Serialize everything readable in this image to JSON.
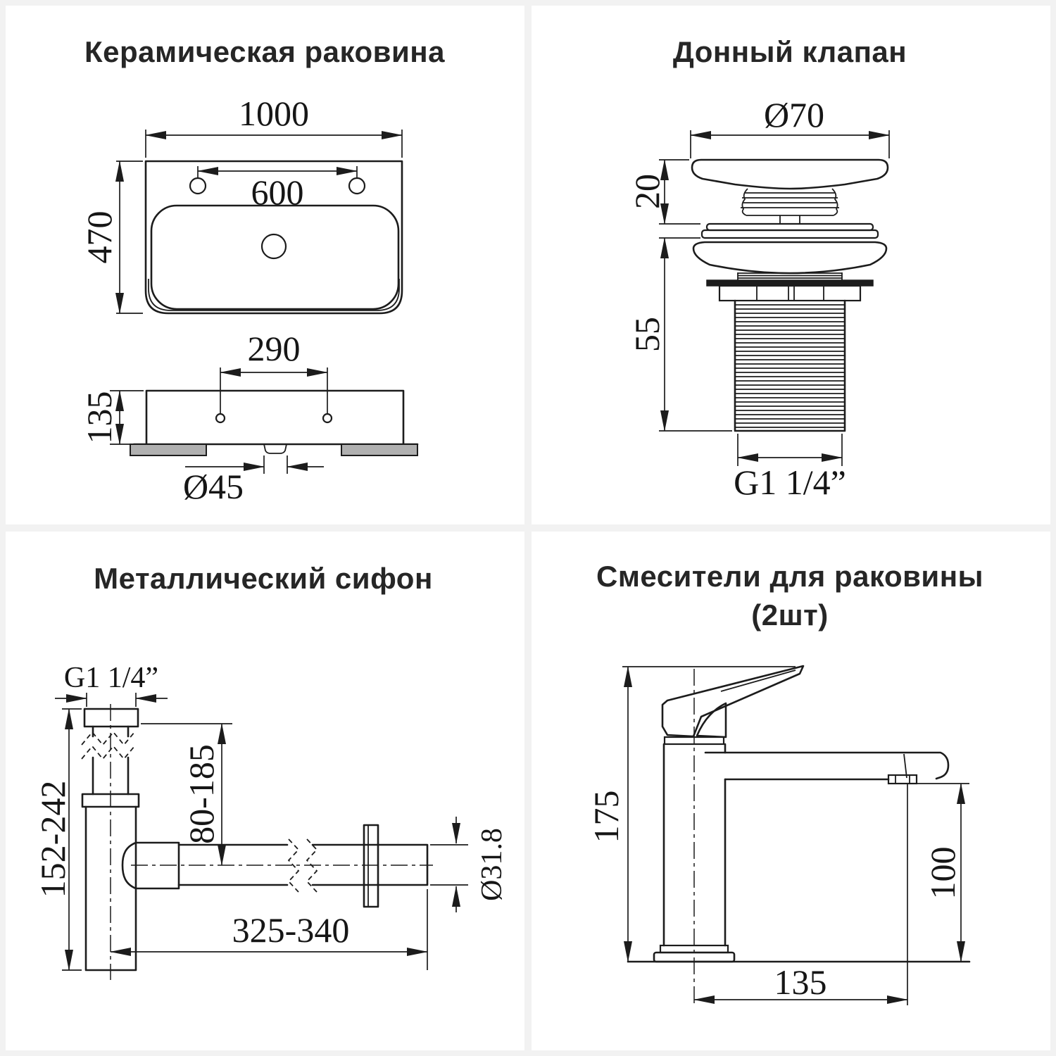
{
  "page": {
    "background_color": "#f2f2f2",
    "panel_color": "#ffffff",
    "line_color": "#1c1c1c",
    "title_color": "#262626"
  },
  "panels": {
    "sink": {
      "title": "Керамическая раковина",
      "dims": {
        "width": "1000",
        "faucet_hole_spacing": "600",
        "depth": "470",
        "mount_hole_spacing": "290",
        "height": "135",
        "drain_diameter": "Ø45"
      }
    },
    "valve": {
      "title": "Донный клапан",
      "dims": {
        "cap_diameter": "Ø70",
        "cap_height": "20",
        "thread_length": "55",
        "thread_size": "G1 1/4”"
      }
    },
    "siphon": {
      "title": "Металлический сифон",
      "dims": {
        "inlet_thread": "G1 1/4”",
        "height_range": "152-242",
        "inlet_drop_range": "80-185",
        "pipe_diameter": "Ø31.8",
        "outlet_length_range": "325-340"
      }
    },
    "mixer": {
      "title": "Смесители для раковины",
      "subtitle": "(2шт)",
      "dims": {
        "height": "175",
        "spout_outlet_height": "100",
        "spout_reach": "135"
      }
    }
  }
}
